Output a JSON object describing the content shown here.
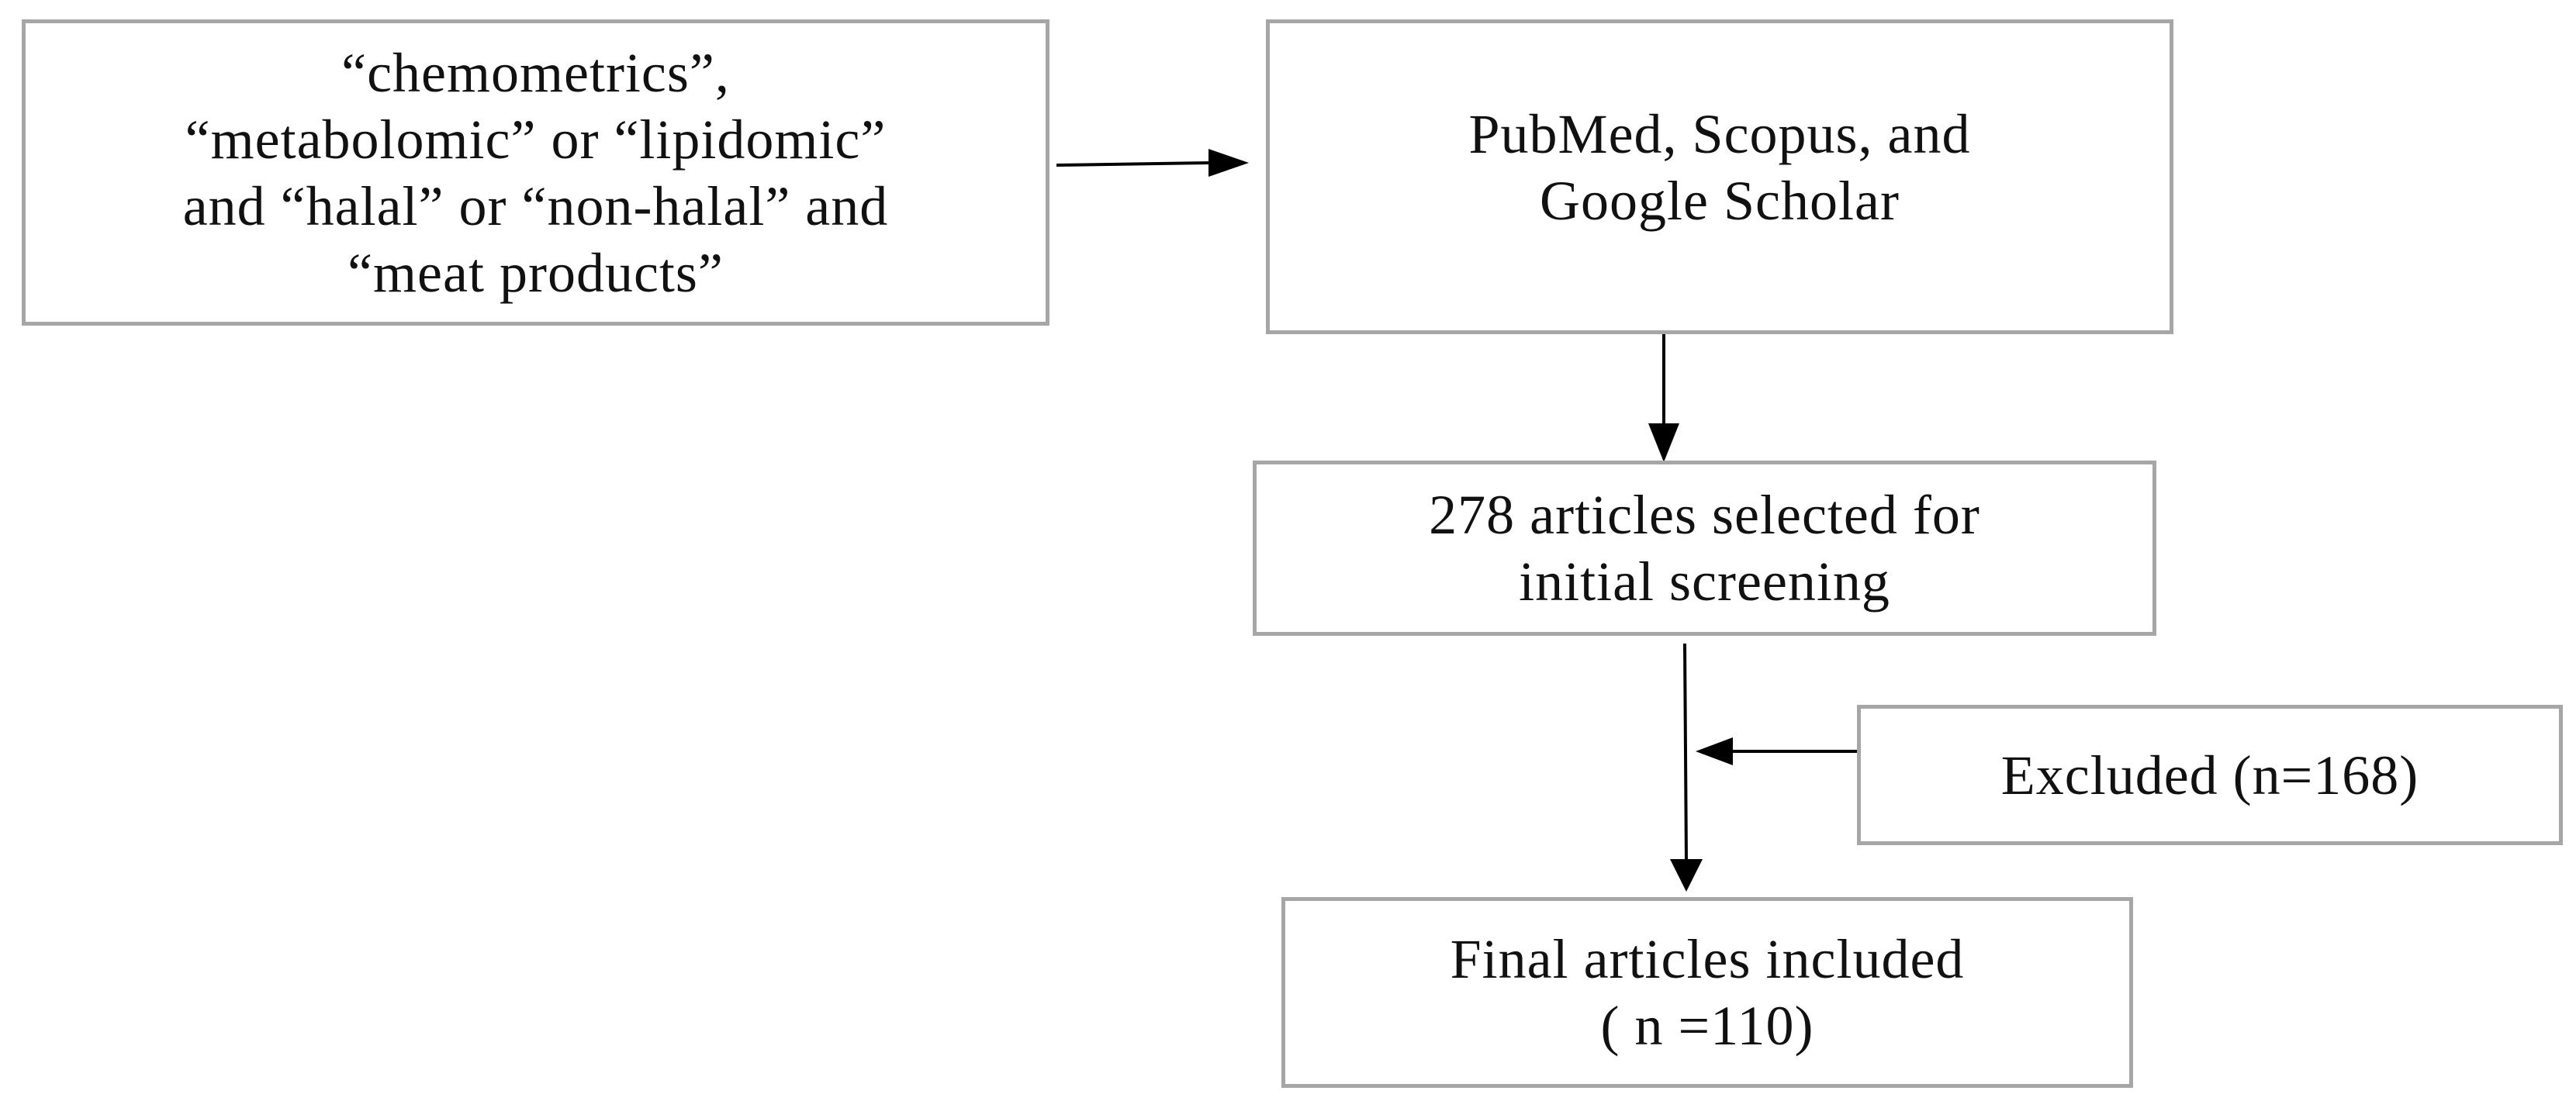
{
  "boxes": {
    "search_terms": {
      "lines": [
        "“chemometrics”,",
        "“metabolomic” or “lipidomic”",
        "and “halal” or “non-halal” and",
        "“meat products”"
      ]
    },
    "databases": {
      "lines": [
        "PubMed, Scopus, and",
        "Google Scholar"
      ]
    },
    "screening": {
      "lines": [
        "278 articles selected for",
        "initial screening"
      ]
    },
    "excluded": {
      "lines": [
        "Excluded (n=168)"
      ]
    },
    "final": {
      "lines": [
        "Final articles included",
        "( n =110)"
      ]
    }
  },
  "colors": {
    "box_border": "#a6a6a6",
    "text": "#111111",
    "arrow": "#000000"
  }
}
